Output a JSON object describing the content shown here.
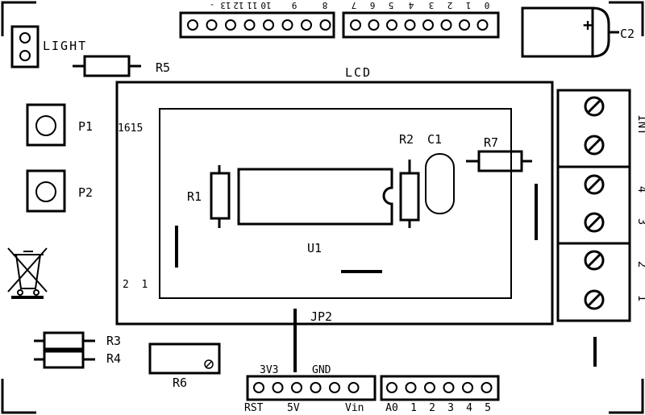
{
  "labels": {
    "light": "LIGHT",
    "r5": "R5",
    "lcd": "LCD",
    "c2": "C2",
    "p1": "P1",
    "p2": "P2",
    "pins_1615": "1615",
    "pins_21": "2  1",
    "r1": "R1",
    "r2": "R2",
    "c1": "C1",
    "r7": "R7",
    "u1": "U1",
    "jp2": "JP2",
    "r3": "R3",
    "r4": "R4",
    "r6": "R6",
    "plus": "+",
    "v3v3": "3V3",
    "gnd": "GND"
  },
  "header_top_left_numbers": [
    "-",
    "13",
    "12",
    "11",
    "10",
    "9",
    "8"
  ],
  "header_top_right_numbers": [
    "7",
    "6",
    "5",
    "4",
    "3",
    "2",
    "1",
    "0"
  ],
  "terminal_labels": [
    "INT",
    "4",
    "3",
    "2",
    "1"
  ],
  "bottom_left_header_labels": [
    "RST",
    "5V",
    "Vin"
  ],
  "bottom_right_header_labels": [
    "A0",
    "1",
    "2",
    "3",
    "4",
    "5"
  ],
  "colors": {
    "ink": "#000000",
    "background": "#ffffff"
  }
}
